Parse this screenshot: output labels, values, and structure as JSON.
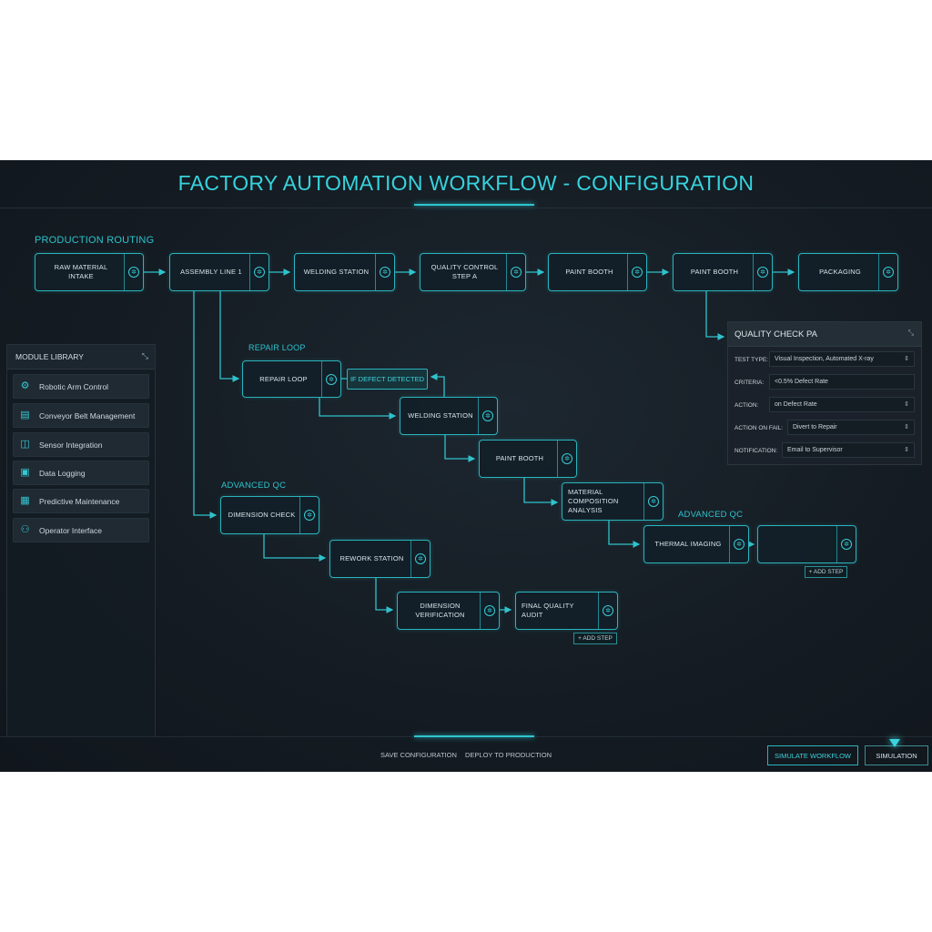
{
  "title": "FACTORY AUTOMATION WORKFLOW - CONFIGURATION",
  "sections": {
    "production_routing": "PRODUCTION ROUTING",
    "repair_loop": "REPAIR LOOP",
    "advanced_qc": "ADVANCED QC",
    "advanced_qc_2": "ADVANCED QC"
  },
  "routing": [
    "RAW MATERIAL INTAKE",
    "ASSEMBLY LINE 1",
    "WELDING STATION",
    "QUALITY CONTROL STEP A",
    "PAINT BOOTH",
    "PAINT BOOTH",
    "PACKAGING"
  ],
  "repair": {
    "repair_loop": "REPAIR LOOP",
    "condition": "IF DEFECT DETECTED",
    "welding": "WELDING STATION",
    "paint": "PAINT BOOTH",
    "analysis": "MATERIAL COMPOSITION ANALYSIS",
    "thermal": "THERMAL IMAGING",
    "add_step": "+ ADD STEP"
  },
  "qc": {
    "dimension": "DIMENSION CHECK",
    "rework": "REWORK STATION",
    "dimension2": "DIMENSION VERIFICATION",
    "final": "FINAL QUALITY AUDIT",
    "add_step": "+ ADD STEP"
  },
  "library": {
    "title": "MODULE LIBRARY",
    "collapse": "⤡",
    "items": [
      {
        "label": "Robotic Arm Control",
        "icon": "robot-arm-icon"
      },
      {
        "label": "Conveyor Belt Management",
        "icon": "conveyor-icon"
      },
      {
        "label": "Sensor Integration",
        "icon": "sensor-icon"
      },
      {
        "label": "Data Logging",
        "icon": "database-icon"
      },
      {
        "label": "Predictive Maintenance",
        "icon": "chart-icon"
      },
      {
        "label": "Operator Interface",
        "icon": "operator-icon"
      }
    ]
  },
  "quality_panel": {
    "title": "QUALITY CHECK PA",
    "collapse": "⤡",
    "rows": [
      {
        "label": "TEST TYPE:",
        "value": "Visual Inspection, Automated X-ray",
        "dropdown": true
      },
      {
        "label": "CRITERIA:",
        "value": "<0.5% Defect Rate",
        "dropdown": false
      },
      {
        "label": "ACTION:",
        "value": "on Defect Rate",
        "dropdown": true
      },
      {
        "label": "ACTION ON FAIL:",
        "value": "Divert to Repair",
        "dropdown": true
      },
      {
        "label": "NOTIFICATION:",
        "value": "Email to Supervisor",
        "dropdown": true
      }
    ]
  },
  "footer": {
    "save": "SAVE CONFIGURATION",
    "deploy": "DEPLOY TO PRODUCTION",
    "simulate": "SIMULATE WORKFLOW",
    "simulate2": "SIMULATION"
  }
}
